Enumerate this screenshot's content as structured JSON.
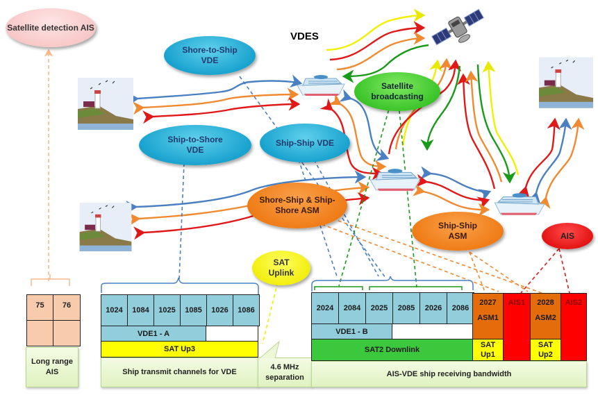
{
  "diagram": {
    "title": "VDES",
    "nodes": {
      "satellite_detection_ais": "Satellite detection AIS",
      "shore_to_ship_vde": "Shore-to-Ship VDE",
      "ship_to_shore_vde": "Ship-to-Shore VDE",
      "ship_ship_vde": "Ship-Ship VDE",
      "satellite_broadcasting": "Satellite broadcasting",
      "shore_ship_asm": "Shore-Ship & Ship-Shore ASM",
      "ship_ship_asm": "Ship-Ship ASM",
      "ais": "AIS",
      "sat_uplink": "SAT Uplink"
    },
    "icons": {
      "satellite": "satellite-icon",
      "ship": "ship-icon",
      "lighthouse": "lighthouse-icon"
    },
    "colors": {
      "blue": "#4a7fc1",
      "orange": "#f08a30",
      "red": "#e01818",
      "green": "#1a9a1a",
      "yellow": "#f0f000",
      "peach_dash": "#f6b98a"
    }
  },
  "channels": {
    "long_range": {
      "cells": [
        "75",
        "76"
      ],
      "label": "Long range AIS"
    },
    "ship_transmit": {
      "cells": [
        "1024",
        "1084",
        "1025",
        "1085",
        "1026",
        "1086"
      ],
      "vde_label": "VDE1 - A",
      "sat_label": "SAT Up3",
      "label": "Ship transmit channels for VDE"
    },
    "separation": "4.6 MHz separation",
    "ship_receive": {
      "cells": [
        "2024",
        "2084",
        "2025",
        "2085",
        "2026",
        "2086"
      ],
      "vde_label": "VDE1 - B",
      "sat_label": "SAT2 Downlink",
      "asm1": {
        "ch": "2027",
        "name": "ASM1",
        "sat": "SAT Up1"
      },
      "ais1": "AIS1",
      "asm2": {
        "ch": "2028",
        "name": "ASM2",
        "sat": "SAT Up2"
      },
      "ais2": "AIS2",
      "label": "AIS-VDE ship receiving bandwidth"
    }
  }
}
